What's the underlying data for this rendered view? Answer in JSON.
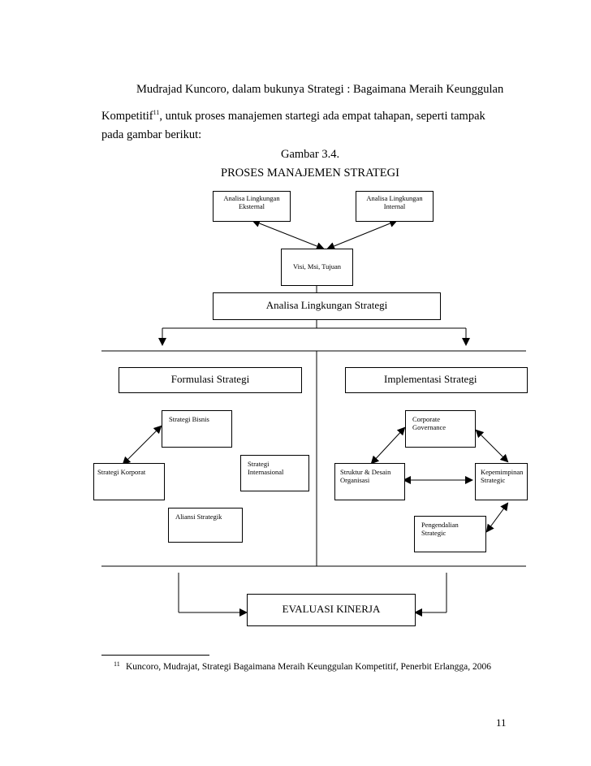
{
  "intro": {
    "line1": "Mudrajad  Kuncoro, dalam  bukunya  Strategi : Bagaimana Meraih Keunggulan",
    "line2a": "Kompetitif",
    "line2_sup": "11",
    "line2b": ", untuk proses manajemen startegi ada empat tahapan, seperti  tampak",
    "line3": "pada gambar berikut:"
  },
  "figure": {
    "label": "Gambar 3.4.",
    "title": "PROSES MANAJEMEN STRATEGI",
    "boxes": {
      "analisa_eksternal": "Analisa Lingkungan Eksternal",
      "analisa_internal": "Analisa Lingkungan Internal",
      "visi": "Visi, Msi, Tujuan",
      "analisa_strategi": "Analisa Lingkungan Strategi",
      "formulasi": "Formulasi Strategi",
      "implementasi": "Implementasi  Strategi",
      "strategi_bisnis": "Strategi Bisnis",
      "strategi_internasional": "Strategi Internasional",
      "strategi_korporat": "Strategi Korporat",
      "aliansi": "Aliansi Strategik",
      "corporate_governance": "Corporate Governance",
      "struktur": "Struktur & Desain Organisasi",
      "kepemimpinan": "Kepemimpinan Strategic",
      "pengendalian": "Pengendalian Strategic",
      "evaluasi": "EVALUASI KINERJA"
    }
  },
  "footnote": {
    "number": "11",
    "text": "Kuncoro, Mudrajat, Strategi Bagaimana Meraih Keunggulan Kompetitif, Penerbit Erlangga, 2006"
  },
  "page_number": "11"
}
